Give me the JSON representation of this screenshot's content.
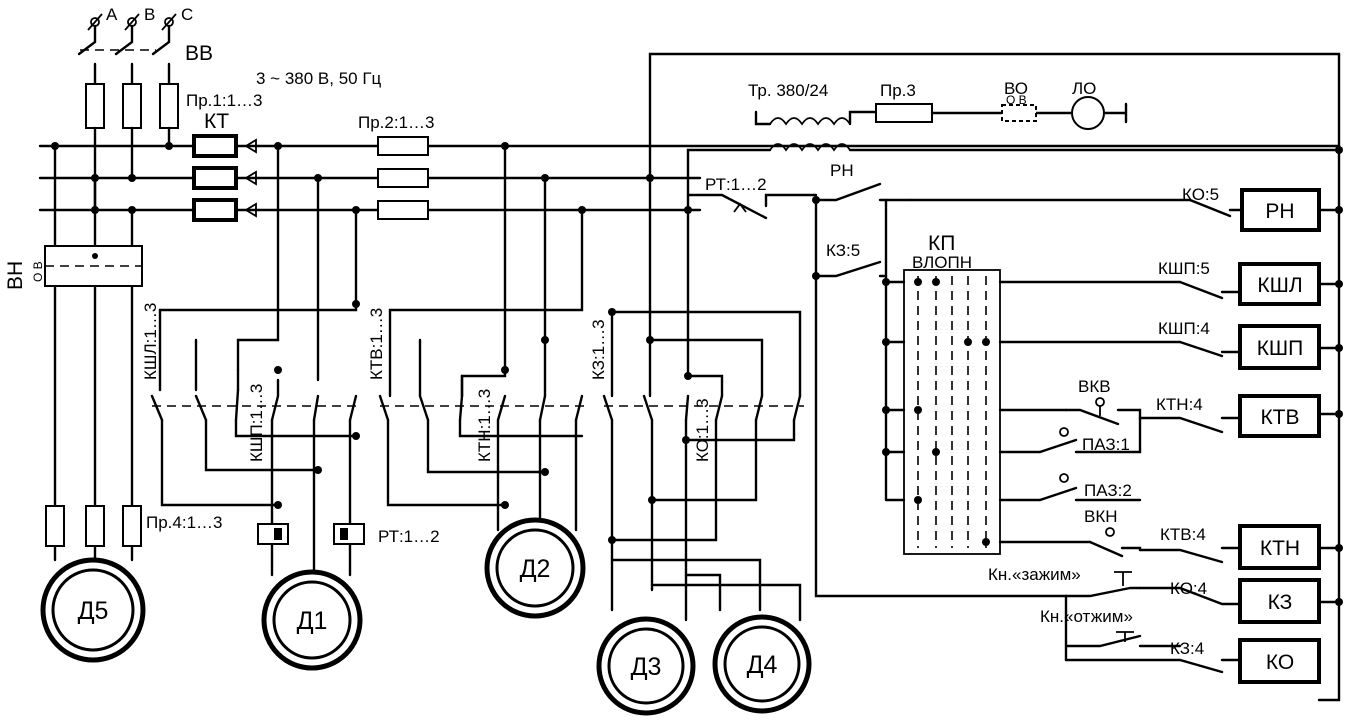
{
  "phases": [
    "A",
    "B",
    "C"
  ],
  "supply": {
    "switch": "ВВ",
    "voltage": "3 ~ 380 В, 50 Гц",
    "fuse1": "Пр.1:1…3",
    "fuse2": "Пр.2:1…3",
    "fuse4": "Пр.4:1…3",
    "thermal": "КТ",
    "pump_switch": "ВН",
    "pump_switch_pos": "О В"
  },
  "contactors": {
    "kshl": "КШЛ:1…3",
    "kshp": "КШП:1…3",
    "ktv": "КТВ:1…3",
    "ktn": "КТН:1…3",
    "kz": "КЗ:1…3",
    "ko": "КО:1…3",
    "rt": "РТ:1…2"
  },
  "motors": [
    "Д5",
    "Д1",
    "Д2",
    "Д3",
    "Д4"
  ],
  "control": {
    "transformer": "Тр. 380/24",
    "fuse3": "Пр.3",
    "light_switch": "ВО",
    "light_switch_pos": "О В",
    "lamp": "ЛО",
    "rt_contact": "РТ:1…2",
    "rn_contact": "РН",
    "kz5": "КЗ:5",
    "kp_title": "КП",
    "kp_positions": "ВЛОПН",
    "vkv": "ВКВ",
    "vkn": "ВКН",
    "paz1": "ПАЗ:1",
    "paz2": "ПАЗ:2",
    "btn_clamp": "Кн.«зажим»",
    "btn_unclamp": "Кн.«отжим»"
  },
  "coils": [
    {
      "contact": "КО:5",
      "name": "РН"
    },
    {
      "contact": "КШП:5",
      "name": "КШЛ"
    },
    {
      "contact": "КШП:4",
      "name": "КШП"
    },
    {
      "contact": "КТН:4",
      "name": "КТВ"
    },
    {
      "contact": "КТВ:4",
      "name": "КТН"
    },
    {
      "contact": "КО:4",
      "name": "КЗ"
    },
    {
      "contact": "КЗ:4",
      "name": "КО"
    }
  ]
}
